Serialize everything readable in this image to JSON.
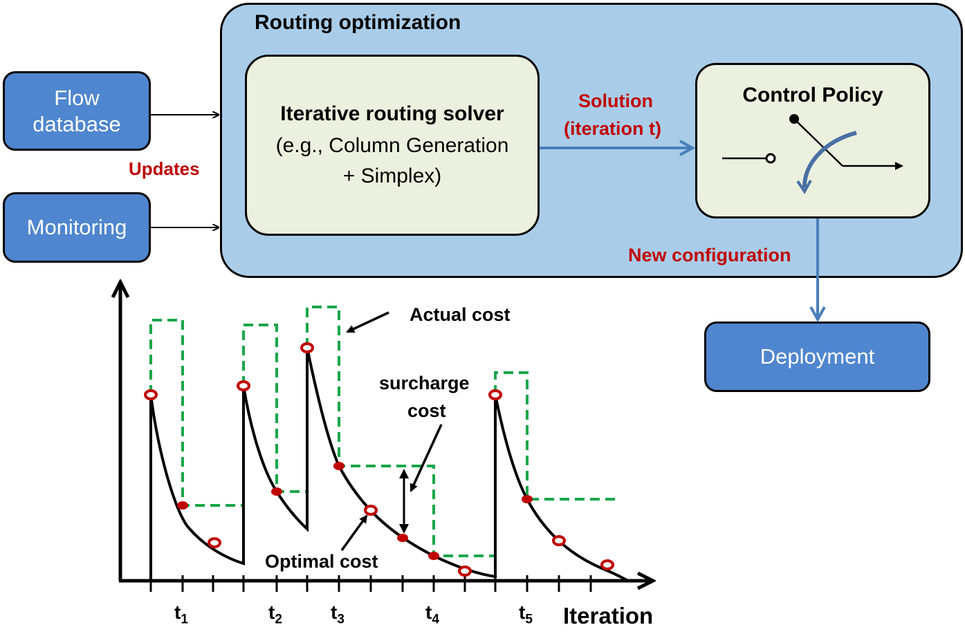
{
  "left_boxes": {
    "flow_database": "Flow database",
    "monitoring": "Monitoring",
    "updates_label": "Updates"
  },
  "routing": {
    "title": "Routing optimization",
    "solver": {
      "title": "Iterative routing solver",
      "line2": "(e.g., Column Generation",
      "line3": "+ Simplex)"
    },
    "solution_label_line1": "Solution",
    "solution_label_line2": "(iteration t)",
    "control_policy": "Control Policy",
    "new_configuration": "New configuration"
  },
  "deployment": "Deployment",
  "plot": {
    "annotations": {
      "actual_cost": "Actual cost",
      "surcharge_line1": "surcharge",
      "surcharge_line2": "cost",
      "optimal_cost": "Optimal cost"
    },
    "x_axis_label": "Iteration",
    "ticks": [
      {
        "base": "t",
        "sub": "1"
      },
      {
        "base": "t",
        "sub": "2"
      },
      {
        "base": "t",
        "sub": "3"
      },
      {
        "base": "t",
        "sub": "4"
      },
      {
        "base": "t",
        "sub": "5"
      }
    ]
  },
  "colors": {
    "blue_box": "#4f86cf",
    "panel": "#a9cde9",
    "inner_box": "#ebf1de",
    "accent_red": "#c00000",
    "arrow_blue": "#4a7ebb",
    "dashed_green": "#1aa64a",
    "marker_red": "#c00000"
  }
}
